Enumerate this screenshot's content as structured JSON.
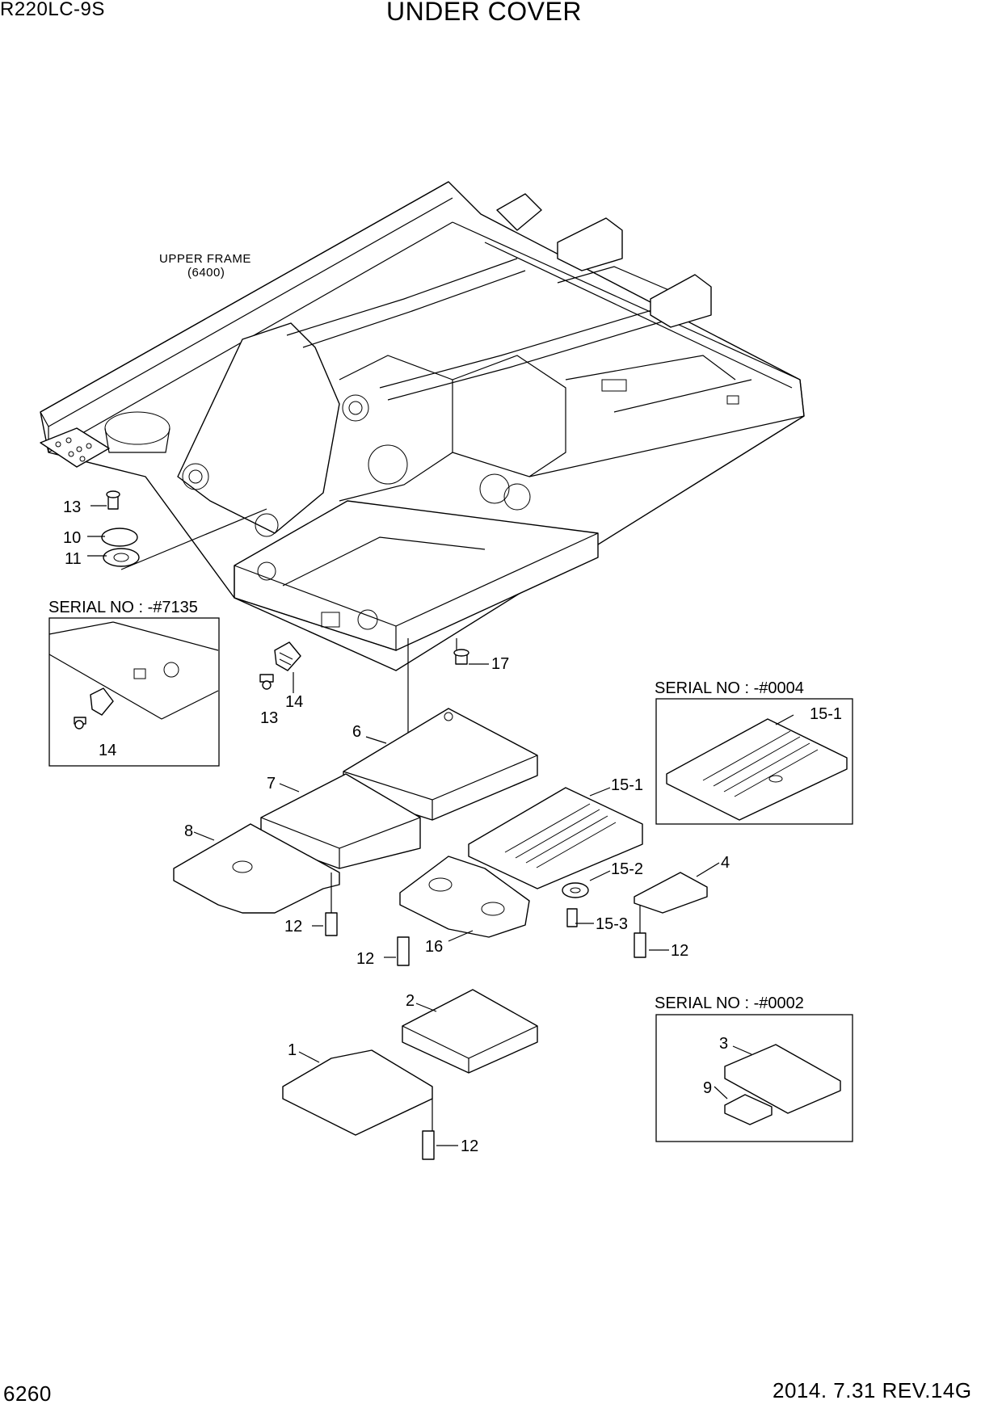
{
  "header": {
    "model": "R220LC-9S",
    "title": "UNDER COVER",
    "page_number": "6260",
    "revision": "2014. 7.31  REV.14G"
  },
  "annotations": {
    "upper_frame_line1": "UPPER FRAME",
    "upper_frame_line2": "(6400)"
  },
  "inset_boxes": [
    {
      "serial": "SERIAL NO : -#7135",
      "parts": [
        "14"
      ]
    },
    {
      "serial": "SERIAL NO : -#0004",
      "parts": [
        "15-1"
      ]
    },
    {
      "serial": "SERIAL NO : -#0002",
      "parts": [
        "3",
        "9"
      ]
    }
  ],
  "callouts": [
    "13",
    "10",
    "11",
    "14",
    "13",
    "14",
    "17",
    "6",
    "7",
    "8",
    "15-1",
    "15-2",
    "15-3",
    "4",
    "12",
    "12",
    "16",
    "12",
    "2",
    "1",
    "12",
    "15-1",
    "3",
    "9"
  ]
}
